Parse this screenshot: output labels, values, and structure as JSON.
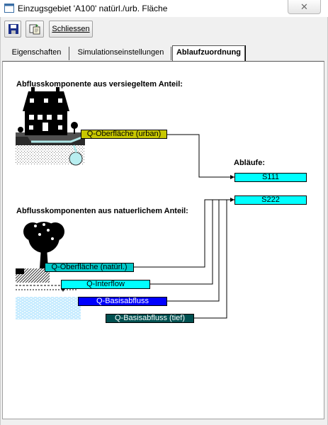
{
  "window": {
    "title": "Einzugsgebiet 'A100' natürl./urb. Fläche",
    "close_icon": "close-x-icon"
  },
  "toolbar": {
    "save_icon": "floppy-disk-icon",
    "copy_icon": "copy-document-icon",
    "close_label": "Schliessen"
  },
  "tabs": [
    {
      "label": "Eigenschaften",
      "active": false
    },
    {
      "label": "Simulationseinstellungen",
      "active": false
    },
    {
      "label": "Ablaufzuordnung",
      "active": true
    }
  ],
  "content": {
    "urban_heading": "Abflusskomponente aus versiegeltem Anteil:",
    "natural_heading": "Abflusskomponenten aus natuerlichem Anteil:",
    "outflows_heading": "Abläufe:",
    "urban_components": [
      {
        "label": "Q-Oberfläche (urban)",
        "color": "#c8c800",
        "text_color": "#000000"
      }
    ],
    "natural_components": [
      {
        "label": "Q-Oberfläche (natürl.)",
        "color": "#00c8c8",
        "text_color": "#000000"
      },
      {
        "label": "Q-Interflow",
        "color": "#00ffff",
        "text_color": "#000000"
      },
      {
        "label": "Q-Basisabfluss",
        "color": "#0000ff",
        "text_color": "#ffffff"
      },
      {
        "label": "Q-Basisabfluss (tief)",
        "color": "#005050",
        "text_color": "#ffffff"
      }
    ],
    "outflows": [
      {
        "label": "S111",
        "color": "#00ffff"
      },
      {
        "label": "S222",
        "color": "#00ffff"
      }
    ],
    "illustrations": {
      "urban": "house-icon",
      "natural": "tree-icon"
    }
  }
}
